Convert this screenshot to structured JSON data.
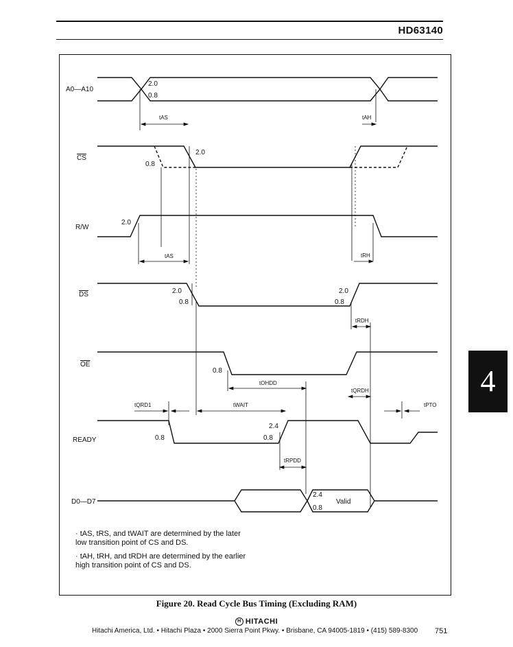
{
  "header": {
    "part_number": "HD63140"
  },
  "diagram": {
    "signals": {
      "addr": "A0—A10",
      "cs": "CS",
      "rw": "R/W",
      "ds": "DS",
      "oe": "OE",
      "ready": "READY",
      "data": "D0—D7"
    },
    "levels": {
      "v20": "2.0",
      "v08": "0.8",
      "v24": "2.4"
    },
    "params": {
      "tAS": "tAS",
      "tAH": "tAH",
      "tRH": "tRH",
      "tRDH": "tRDH",
      "tOHDD": "tOHDD",
      "tQRDH": "tQRDH",
      "tQRD1": "tQRD1",
      "tWAIT": "tWAIT",
      "tPTO": "tPTO",
      "tRPDD": "tRPDD"
    },
    "valid_label": "Valid"
  },
  "notes": {
    "note1_line1": "· tAS, tRS, and tWAIT are determined by the later",
    "note1_line2": "low transition point of CS and DS.",
    "note2_line1": "· tAH, tRH, and tRDH are determined by the earlier",
    "note2_line2": "high transition point of CS and DS."
  },
  "caption": "Figure 20.   Read Cycle Bus Timing (Excluding RAM)",
  "brand": "HITACHI",
  "footer": "Hitachi America, Ltd. • Hitachi Plaza • 2000 Sierra Point Pkwy. • Brisbane, CA 94005-1819 • (415) 589-8300",
  "page_number": "751",
  "section_tab": "4"
}
